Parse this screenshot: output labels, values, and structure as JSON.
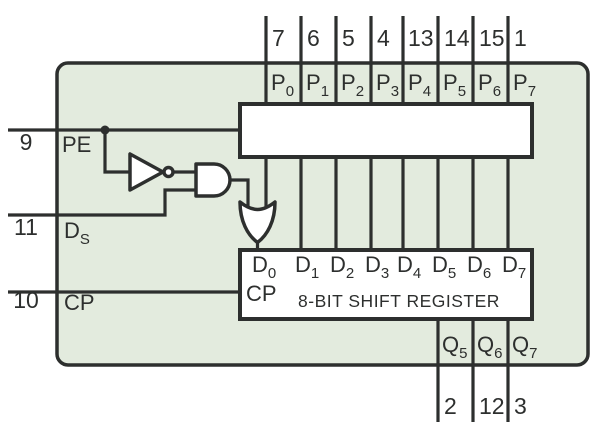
{
  "diagram": {
    "title": "8-BIT SHIFT REGISTER",
    "colors": {
      "background": "#ffffff",
      "body_fill": "#e3ebde",
      "box_fill": "#ffffff",
      "stroke": "#2d2f2e"
    },
    "top_pins": [
      {
        "pin": "7",
        "label": "P",
        "sub": "0"
      },
      {
        "pin": "6",
        "label": "P",
        "sub": "1"
      },
      {
        "pin": "5",
        "label": "P",
        "sub": "2"
      },
      {
        "pin": "4",
        "label": "P",
        "sub": "3"
      },
      {
        "pin": "13",
        "label": "P",
        "sub": "4"
      },
      {
        "pin": "14",
        "label": "P",
        "sub": "5"
      },
      {
        "pin": "15",
        "label": "P",
        "sub": "6"
      },
      {
        "pin": "1",
        "label": "P",
        "sub": "7"
      }
    ],
    "left_pins": [
      {
        "pin": "9",
        "label": "PE",
        "sub": ""
      },
      {
        "pin": "11",
        "label": "D",
        "sub": "S"
      },
      {
        "pin": "10",
        "label": "CP",
        "sub": ""
      }
    ],
    "register": {
      "clock_label": "CP",
      "inputs": [
        {
          "label": "D",
          "sub": "0"
        },
        {
          "label": "D",
          "sub": "1"
        },
        {
          "label": "D",
          "sub": "2"
        },
        {
          "label": "D",
          "sub": "3"
        },
        {
          "label": "D",
          "sub": "4"
        },
        {
          "label": "D",
          "sub": "5"
        },
        {
          "label": "D",
          "sub": "6"
        },
        {
          "label": "D",
          "sub": "7"
        }
      ]
    },
    "bottom_pins": [
      {
        "pin": "2",
        "label": "Q",
        "sub": "5"
      },
      {
        "pin": "12",
        "label": "Q",
        "sub": "6"
      },
      {
        "pin": "3",
        "label": "Q",
        "sub": "7"
      }
    ],
    "gates": [
      {
        "name": "inverter"
      },
      {
        "name": "and-gate"
      },
      {
        "name": "or-gate"
      }
    ]
  }
}
